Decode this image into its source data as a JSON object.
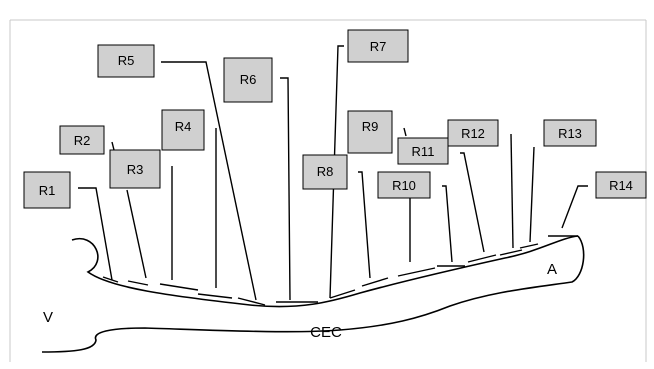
{
  "labels": {
    "R1": "R1",
    "R2": "R2",
    "R3": "R3",
    "R4": "R4",
    "R5": "R5",
    "R6": "R6",
    "R7": "R7",
    "R8": "R8",
    "R9": "R9",
    "R10": "R10",
    "R11": "R11",
    "R12": "R12",
    "R13": "R13",
    "R14": "R14"
  },
  "regions": {
    "V": "V",
    "A": "A",
    "CEC": "CEC"
  },
  "colors": {
    "box_fill": "#d0d0d0",
    "box_stroke": "#000000",
    "line": "#000000",
    "frame": "#c8c8c8"
  }
}
